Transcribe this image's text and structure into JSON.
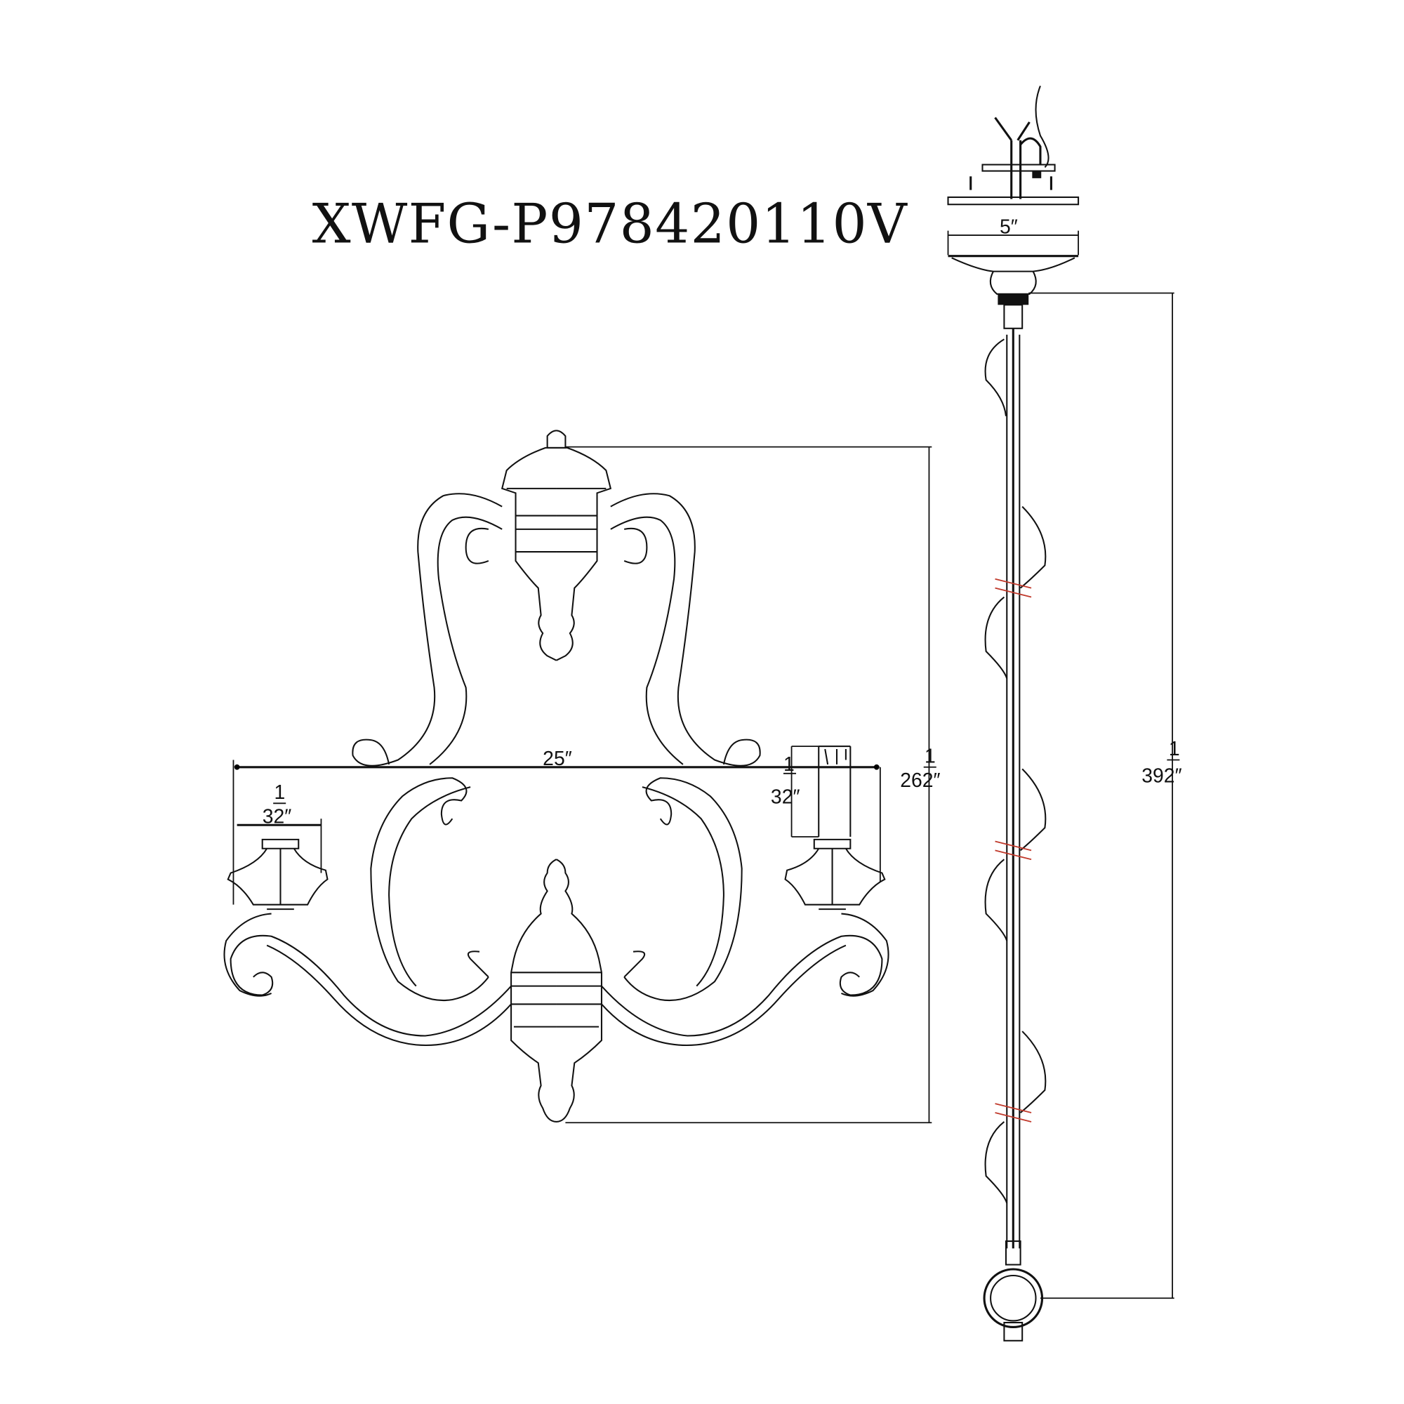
{
  "title": "XWFG-P978420110V",
  "dimensions": {
    "width": "25″",
    "canopy": "5″",
    "cup_left": {
      "top": "1",
      "bottom": "32″"
    },
    "cup_right": {
      "top": "1",
      "bottom": "32″"
    },
    "body_height": {
      "top": "1",
      "bottom": "262″"
    },
    "overall_height": {
      "top": "1",
      "bottom": "392″"
    }
  },
  "colors": {
    "line": "#111111",
    "chain_marks": "#c0392b",
    "background": "#ffffff"
  }
}
